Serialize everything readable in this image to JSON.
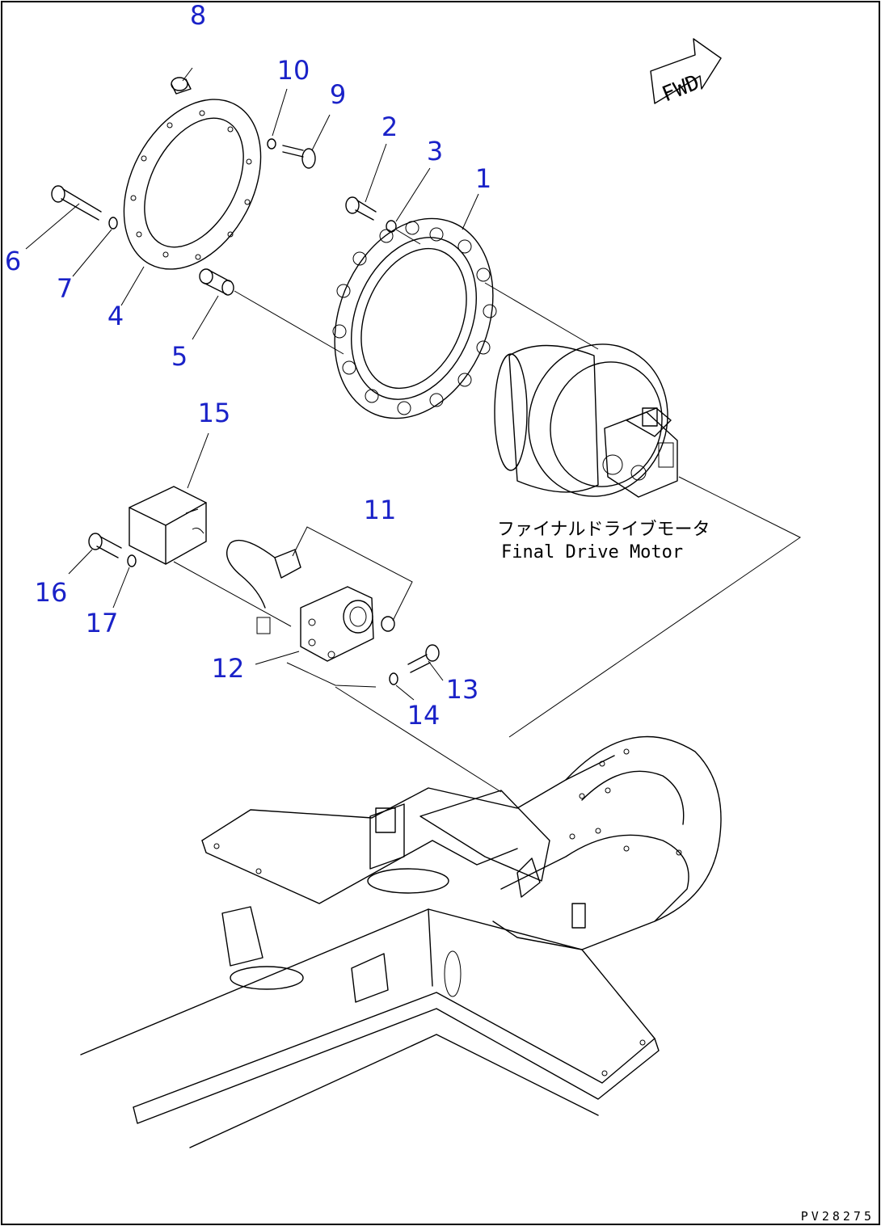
{
  "fwd_label": "FWD",
  "callouts": [
    "1",
    "2",
    "3",
    "4",
    "5",
    "6",
    "7",
    "8",
    "9",
    "10",
    "11",
    "12",
    "13",
    "14",
    "15",
    "16",
    "17"
  ],
  "motor_label_jp": "ファイナルドライブモータ",
  "motor_label_en": "Final Drive Motor",
  "drawing_code": "PV28275",
  "colors": {
    "callout": "#1a22c8",
    "line": "#000000",
    "background": "#ffffff"
  }
}
